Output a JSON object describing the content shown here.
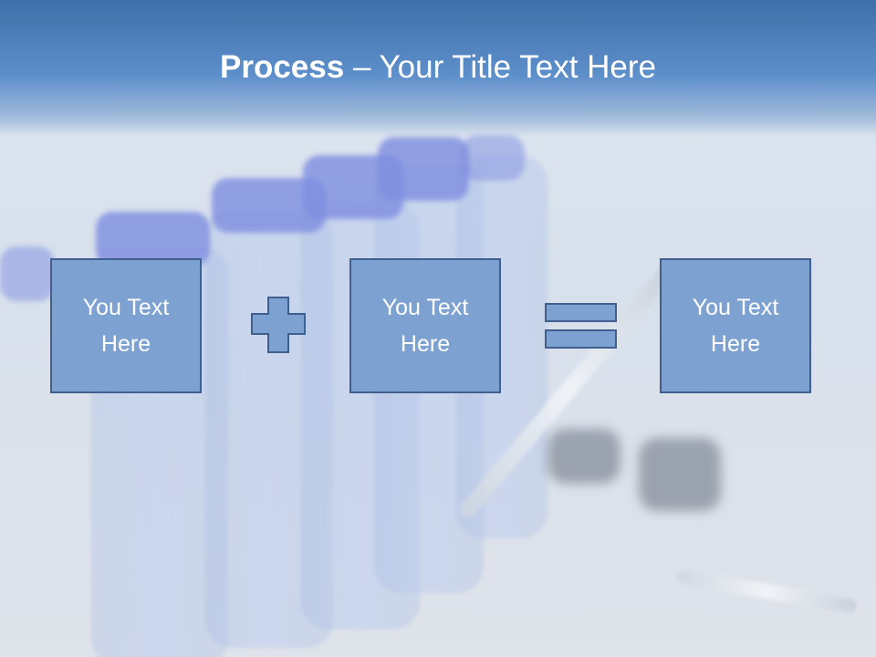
{
  "title": {
    "bold": "Process",
    "rest": " – Your Title Text Here"
  },
  "boxes": [
    {
      "text": "You Text Here"
    },
    {
      "text": "You Text Here"
    },
    {
      "text": "You Text Here"
    }
  ],
  "colors": {
    "header": "#4a7ebf",
    "box_fill": "#7da2d1",
    "box_border": "#3f5f8f"
  },
  "icons": {
    "plus": "plus-icon",
    "equals": "equals-icon"
  }
}
